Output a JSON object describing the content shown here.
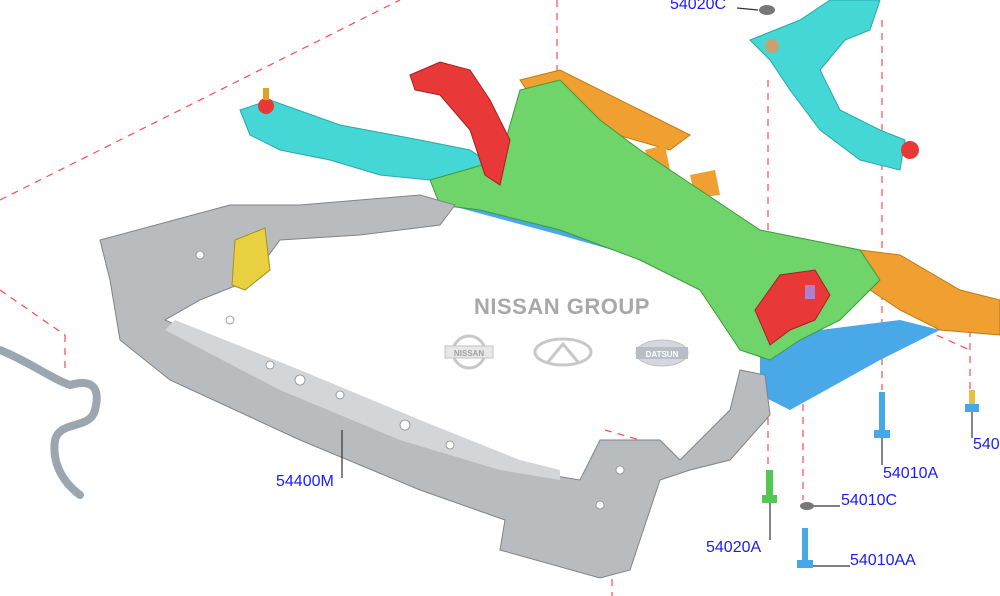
{
  "watermark": {
    "title": "NISSAN GROUP",
    "logos": [
      {
        "name": "nissan-logo",
        "text": "NISSAN"
      },
      {
        "name": "infiniti-logo",
        "text": ""
      },
      {
        "name": "datsun-logo",
        "text": "DATSUN"
      }
    ]
  },
  "callouts": [
    {
      "id": "54020C"
    },
    {
      "id": "54400M"
    },
    {
      "id": "54010A"
    },
    {
      "id": "54010C"
    },
    {
      "id": "54020A"
    },
    {
      "id": "54010AA"
    },
    {
      "id": "540"
    }
  ],
  "colors": {
    "callout": "#1a1aff",
    "leader_dash": "#ff4a4a",
    "frame": "#b9bcbf",
    "crossmember": "#6fd46a",
    "arm": "#45d6d6",
    "bracket": "#f0a030",
    "mount": "#e83838",
    "bolt_blue": "#46a8e6",
    "bolt_green": "#52c852"
  }
}
